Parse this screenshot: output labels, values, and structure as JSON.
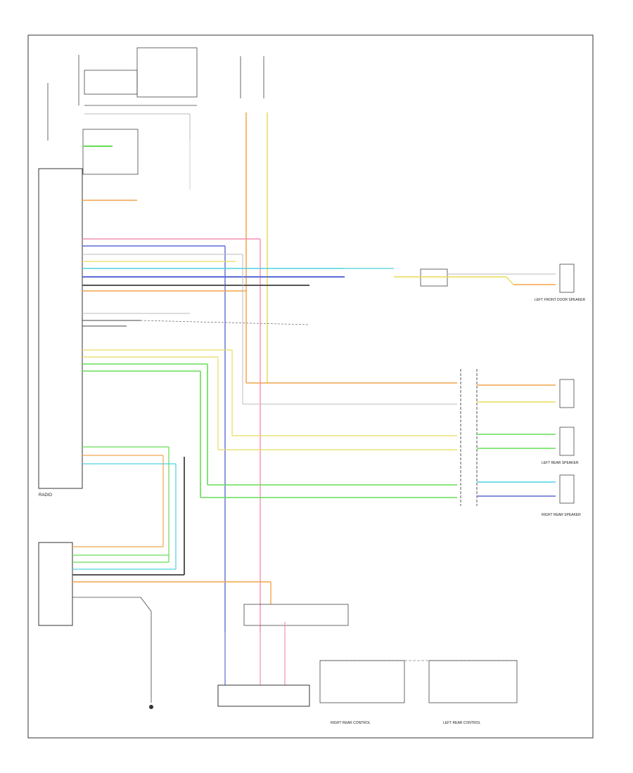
{
  "diagram": {
    "footer_code": "",
    "components": {
      "radio": "RADIO",
      "amplifier": "",
      "left_front_door_speaker": "LEFT FRONT DOOR SPEAKER",
      "right_front_door_speaker": "",
      "left_rear_speaker": "LEFT REAR SPEAKER",
      "right_rear_speaker": "RIGHT REAR SPEAKER",
      "antenna_module": "",
      "ground_module": "",
      "right_rear_control": "RIGHT REAR CONTROL",
      "left_rear_control": "LEFT REAR CONTROL"
    }
  },
  "colors": {
    "orange": "#f4a34a",
    "pink": "#f48fb1",
    "blue": "#5a6bd6",
    "cyan": "#4dd0e1",
    "green": "#66dd55",
    "yellow": "#e8dc5a",
    "gray": "#999999",
    "dark": "#333333"
  }
}
